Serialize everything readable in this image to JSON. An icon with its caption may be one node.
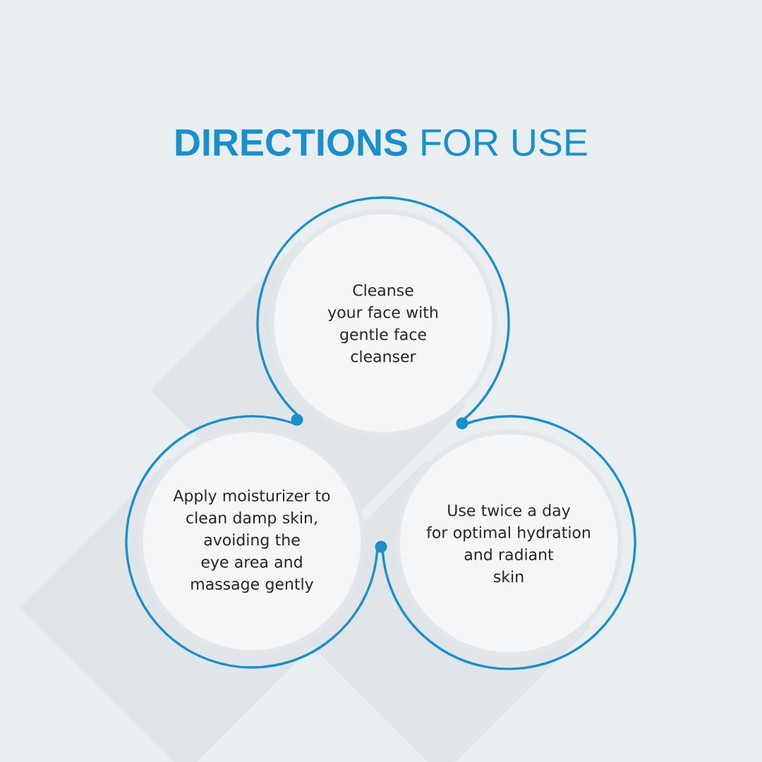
{
  "diagram": {
    "title": "**DIRECTIONS** FOR USE",
    "nodes": [
      {
        "text": [
          "Cleanse your face with gentle face cleanser"
        ]
      },
      {
        "text": [
          "Apply moisturizer to clean damp skin, avoiding the eye area and massage gently"
        ]
      },
      {
        "text": [
          "Use twice a day for optimal hydration and radiant skin"
        ]
      }
    ]
  }
}
